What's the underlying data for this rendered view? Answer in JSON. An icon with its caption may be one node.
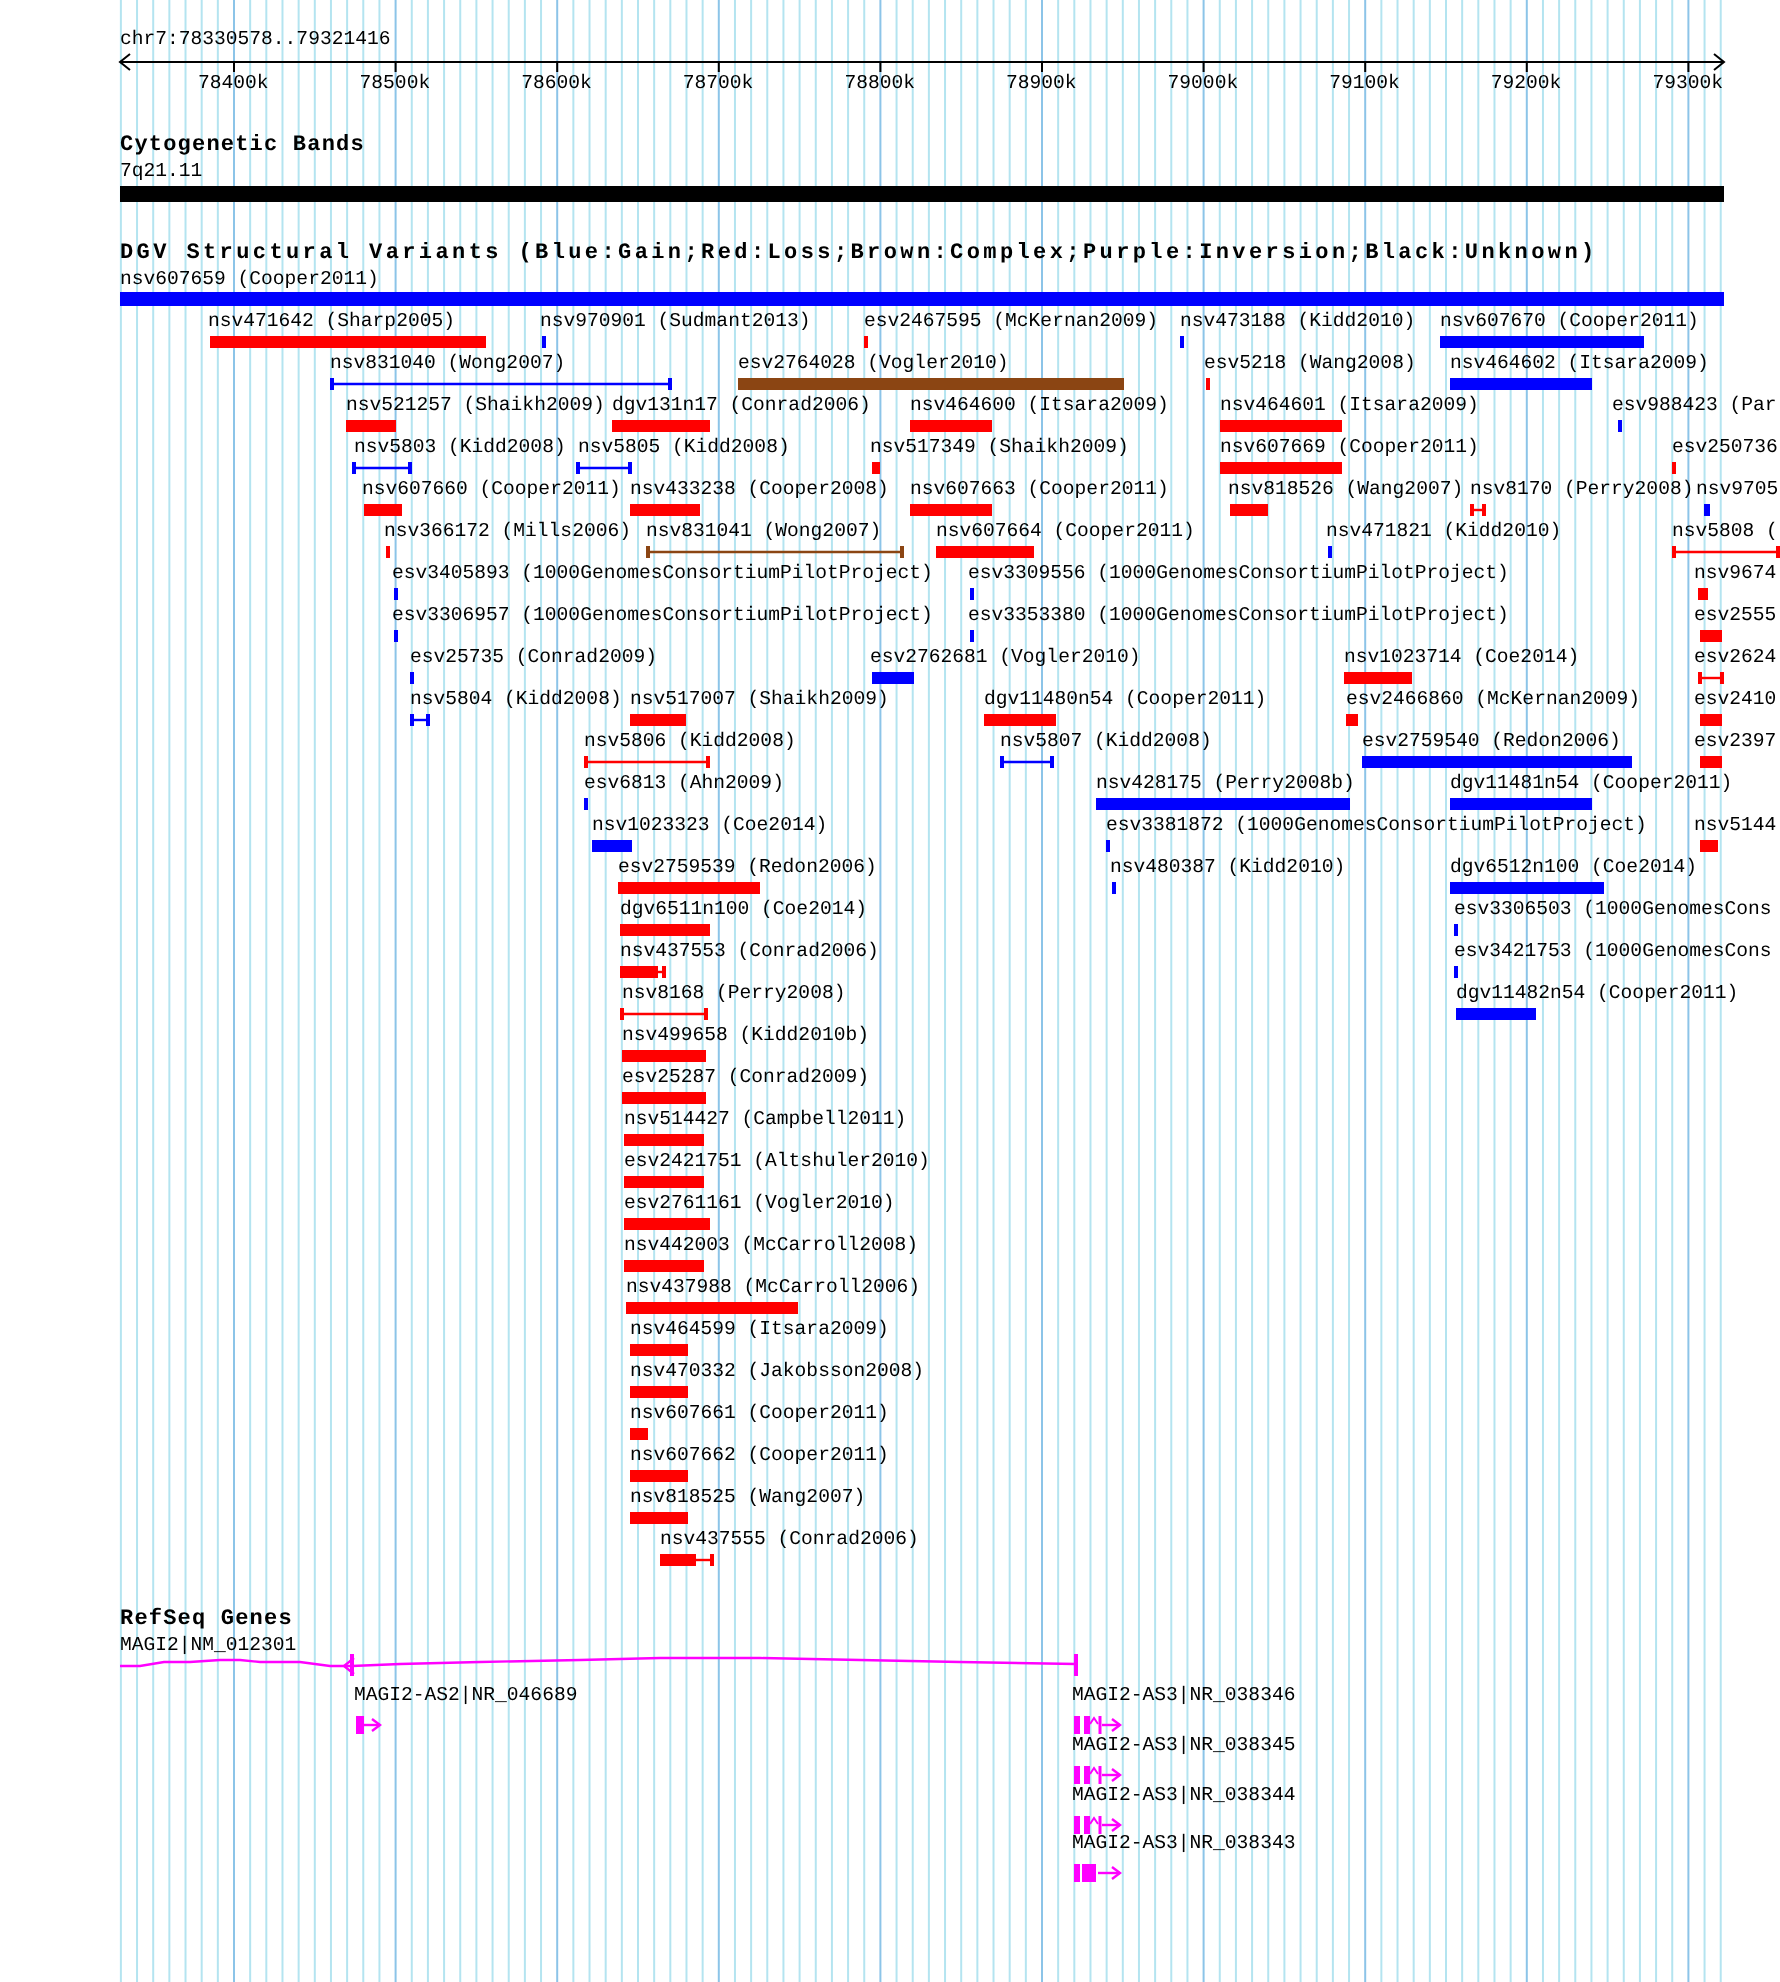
{
  "diagram": {
    "labels": [
      "chr7:78330578..79321416",
      "78400k",
      "78500k",
      "78600k",
      "78700k",
      "78800k",
      "78900k",
      "79000k",
      "79100k",
      "79200k",
      "79300k",
      "Cytogenetic Bands",
      "7q21.11",
      "DGV Structural Variants (Blue:Gain;Red:Loss;Brown:Complex;Purple:Inversion;Black:Unknown)",
      "nsv607659 (Cooper2011)",
      "nsv471642 (Sharp2005)",
      "nsv970901 (Sudmant2013)",
      "esv2467595 (McKernan2009)",
      "nsv473188 (Kidd2010)",
      "nsv607670 (Cooper2011)",
      "nsv831040 (Wong2007)",
      "esv2764028 (Vogler2010)",
      "esv5218 (Wang2008)",
      "nsv464602 (Itsara2009)",
      "nsv521257 (Shaikh2009)",
      "dgv131n17 (Conrad2006)",
      "nsv464600 (Itsara2009)",
      "nsv464601 (Itsara2009)",
      "esv988423 (Par",
      "nsv5803 (Kidd2008)",
      "nsv5805 (Kidd2008)",
      "nsv517349 (Shaikh2009)",
      "nsv607669 (Cooper2011)",
      "esv250736",
      "nsv607660 (Cooper2011)",
      "nsv433238 (Cooper2008)",
      "nsv607663 (Cooper2011)",
      "nsv818526 (Wang2007)",
      "nsv8170 (Perry2008)",
      "nsv9705",
      "nsv366172 (Mills2006)",
      "nsv831041 (Wong2007)",
      "nsv607664 (Cooper2011)",
      "nsv471821 (Kidd2010)",
      "nsv5808 (",
      "esv3405893 (1000GenomesConsortiumPilotProject)",
      "esv3309556 (1000GenomesConsortiumPilotProject)",
      "nsv9674",
      "esv3306957 (1000GenomesConsortiumPilotProject)",
      "esv3353380 (1000GenomesConsortiumPilotProject)",
      "esv2555",
      "esv25735 (Conrad2009)",
      "esv2762681 (Vogler2010)",
      "nsv1023714 (Coe2014)",
      "esv2624",
      "nsv5804 (Kidd2008)",
      "nsv517007 (Shaikh2009)",
      "dgv11480n54 (Cooper2011)",
      "esv2466860 (McKernan2009)",
      "esv2410",
      "nsv5806 (Kidd2008)",
      "nsv5807 (Kidd2008)",
      "esv2759540 (Redon2006)",
      "esv2397",
      "esv6813 (Ahn2009)",
      "nsv428175 (Perry2008b)",
      "dgv11481n54 (Cooper2011)",
      "nsv1023323 (Coe2014)",
      "esv3381872 (1000GenomesConsortiumPilotProject)",
      "nsv5144",
      "esv2759539 (Redon2006)",
      "nsv480387 (Kidd2010)",
      "dgv6512n100 (Coe2014)",
      "dgv6511n100 (Coe2014)",
      "esv3306503 (1000GenomesCons",
      "nsv437553 (Conrad2006)",
      "esv3421753 (1000GenomesCons",
      "nsv8168 (Perry2008)",
      "dgv11482n54 (Cooper2011)",
      "nsv499658 (Kidd2010b)",
      "esv25287 (Conrad2009)",
      "nsv514427 (Campbell2011)",
      "esv2421751 (Altshuler2010)",
      "esv2761161 (Vogler2010)",
      "nsv442003 (McCarroll2008)",
      "nsv437988 (McCarroll2006)",
      "nsv464599 (Itsara2009)",
      "nsv470332 (Jakobsson2008)",
      "nsv607661 (Cooper2011)",
      "nsv607662 (Cooper2011)",
      "nsv818525 (Wang2007)",
      "nsv437555 (Conrad2006)",
      "RefSeq Genes"
    ],
    "nodes": [
      {
        "text": [
          "MAGI2|NM_012301"
        ]
      },
      {
        "text": [
          "MAGI2-AS2|NR_046689"
        ]
      },
      {
        "text": [
          "MAGI2-AS3|NR_038346"
        ]
      },
      {
        "text": [
          "MAGI2-AS3|NR_038345"
        ]
      },
      {
        "text": [
          "MAGI2-AS3|NR_038344"
        ]
      },
      {
        "text": [
          "MAGI2-AS3|NR_038343"
        ]
      }
    ]
  }
}
